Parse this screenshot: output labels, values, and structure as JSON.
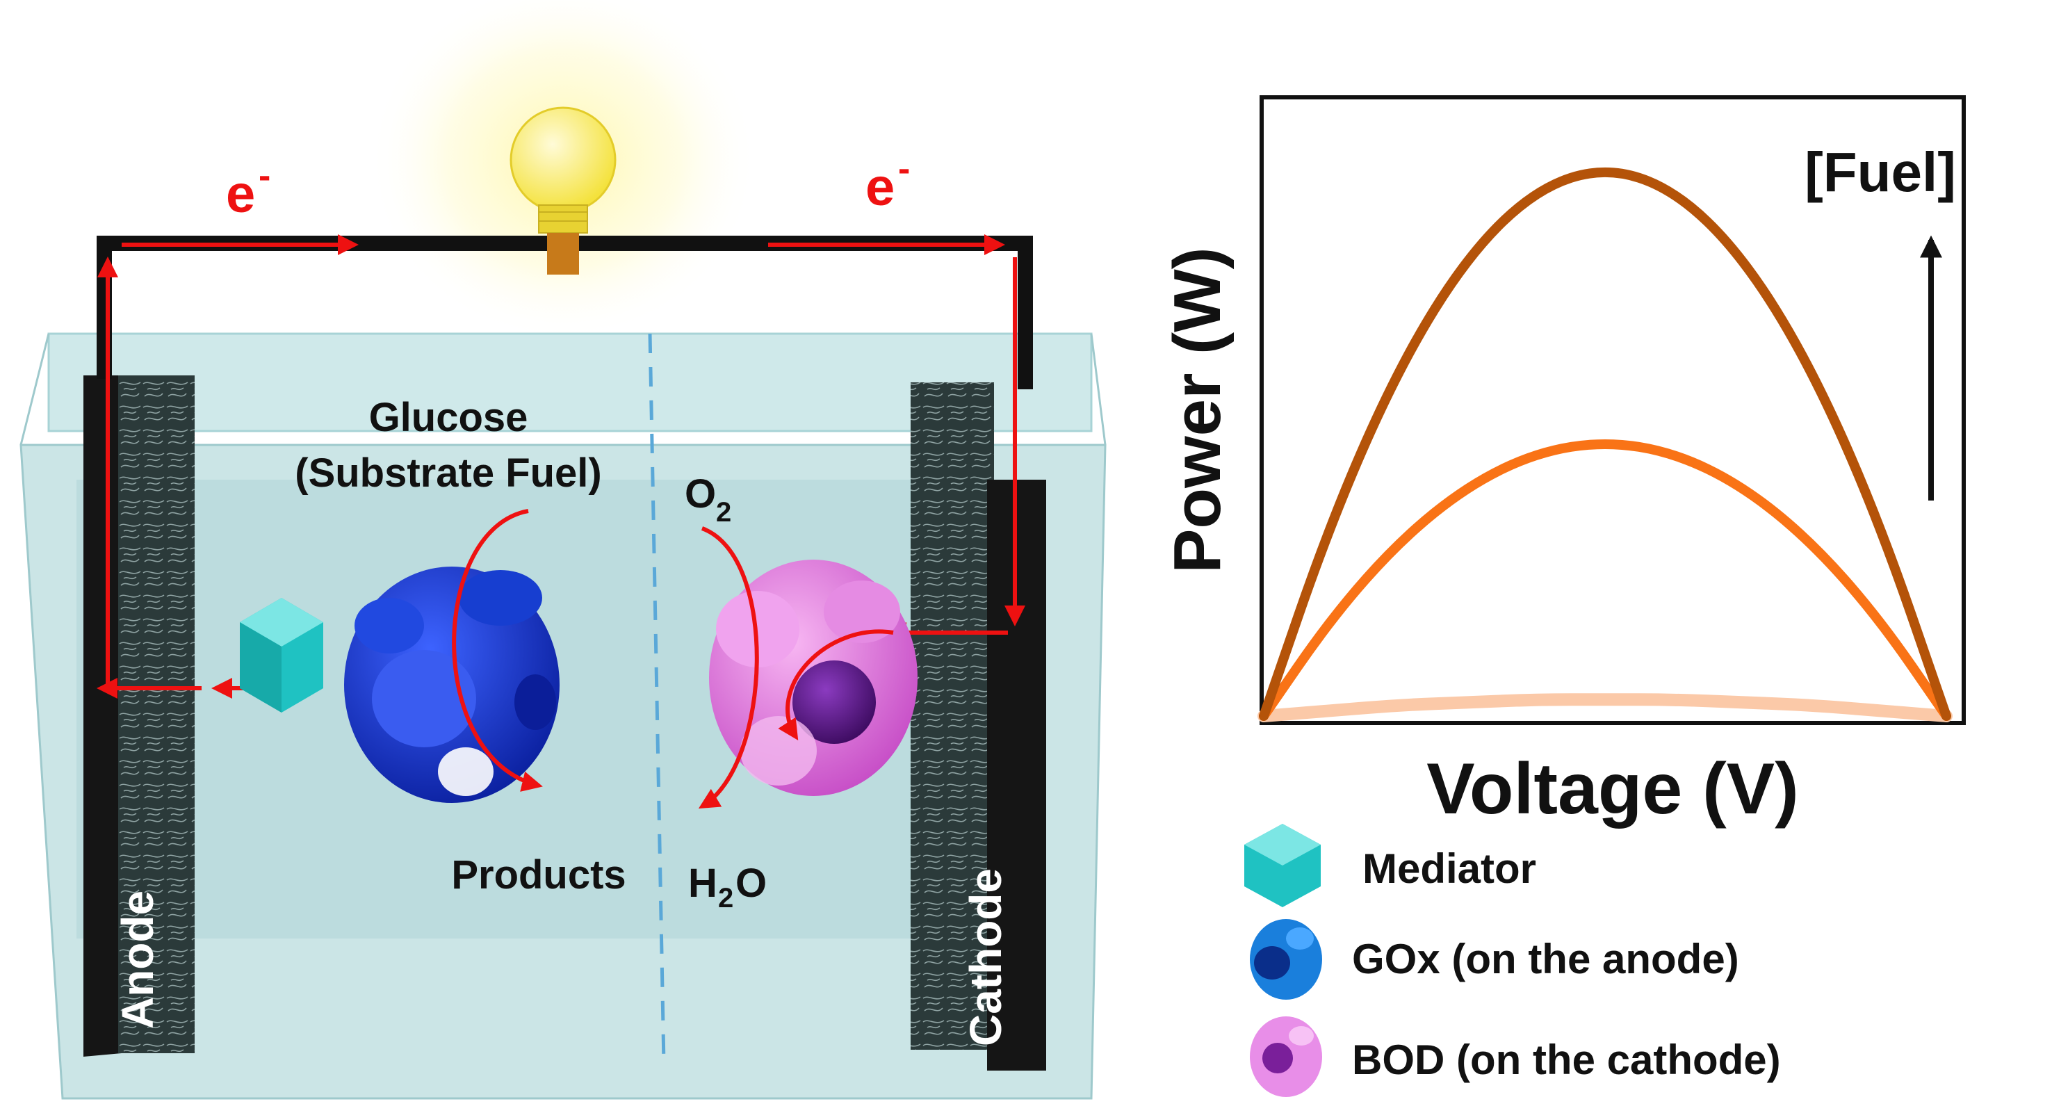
{
  "cell": {
    "electron_left": "e",
    "electron_right": "e",
    "electron_charge": "-",
    "substrate_line1": "Glucose",
    "substrate_line2": "(Substrate Fuel)",
    "products": "Products",
    "oxygen": "O",
    "oxygen_sub": "2",
    "water_h": "H",
    "water_sub": "2",
    "water_o": "O",
    "anode": "Anode",
    "cathode": "Cathode"
  },
  "chart": {
    "ylabel": "Power (W)",
    "xlabel": "Voltage (V)",
    "annotation": "[Fuel]"
  },
  "legend": {
    "items": [
      {
        "label": "Mediator",
        "icon": "mediator-icon"
      },
      {
        "label": "GOx (on the anode)",
        "icon": "gox-icon"
      },
      {
        "label": "BOD (on the cathode)",
        "icon": "bod-icon"
      }
    ]
  },
  "colors": {
    "arrow_red": "#ee1111",
    "curve_high": "#b45309",
    "curve_mid": "#f97316",
    "curve_low": "#fbc9a8",
    "solution": "#cfe9ea",
    "mediator": "#22c7c6",
    "gox": "#1a3bcc",
    "bod": "#e07ae0"
  },
  "chart_data": {
    "type": "line",
    "title": "",
    "xlabel": "Voltage (V)",
    "ylabel": "Power (W)",
    "annotation": "[Fuel]",
    "x": [
      0,
      0.1,
      0.2,
      0.3,
      0.4,
      0.5,
      0.6,
      0.7,
      0.8,
      0.9,
      1.0
    ],
    "series": [
      {
        "values": [
          0,
          0.36,
          0.64,
          0.84,
          0.96,
          1.0,
          0.96,
          0.84,
          0.64,
          0.36,
          0
        ]
      },
      {
        "values": [
          0,
          0.18,
          0.32,
          0.42,
          0.48,
          0.5,
          0.48,
          0.42,
          0.32,
          0.18,
          0
        ]
      },
      {
        "values": [
          0,
          0.01,
          0.02,
          0.025,
          0.03,
          0.03,
          0.03,
          0.025,
          0.02,
          0.01,
          0
        ]
      }
    ],
    "grid": false,
    "legend": "none"
  }
}
